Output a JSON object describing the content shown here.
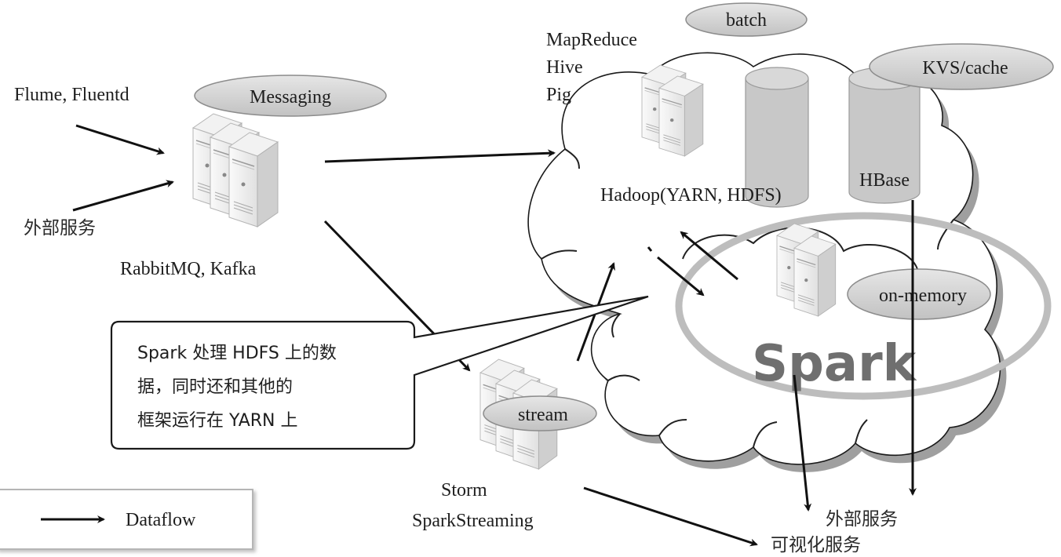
{
  "sources": {
    "flume": "Flume, Fluentd",
    "external": "外部服务"
  },
  "messaging": {
    "tag": "Messaging",
    "caption": "RabbitMQ, Kafka"
  },
  "batch": {
    "tag": "batch",
    "tools": [
      "MapReduce",
      "Hive",
      "Pig"
    ],
    "caption": "Hadoop(YARN, HDFS)"
  },
  "kvs": {
    "tag": "KVS/cache",
    "caption": "HBase"
  },
  "spark": {
    "tag": "on-memory",
    "title": "Spark"
  },
  "stream": {
    "tag": "stream",
    "caption_lines": [
      "Storm",
      "SparkStreaming"
    ]
  },
  "callout": {
    "lines": [
      "Spark 处理 HDFS 上的数",
      "据，同时还和其他的",
      "框架运行在 YARN 上"
    ]
  },
  "outputs": {
    "external": "外部服务",
    "visualization": "可视化服务"
  },
  "legend": {
    "label": "Dataflow"
  },
  "colors": {
    "pill_fill": "#d4d4d4",
    "cylinder_fill": "#c8c8c8",
    "spark_ring": "#bdbdbd",
    "cloud_shadow": "#8a8a8a"
  }
}
